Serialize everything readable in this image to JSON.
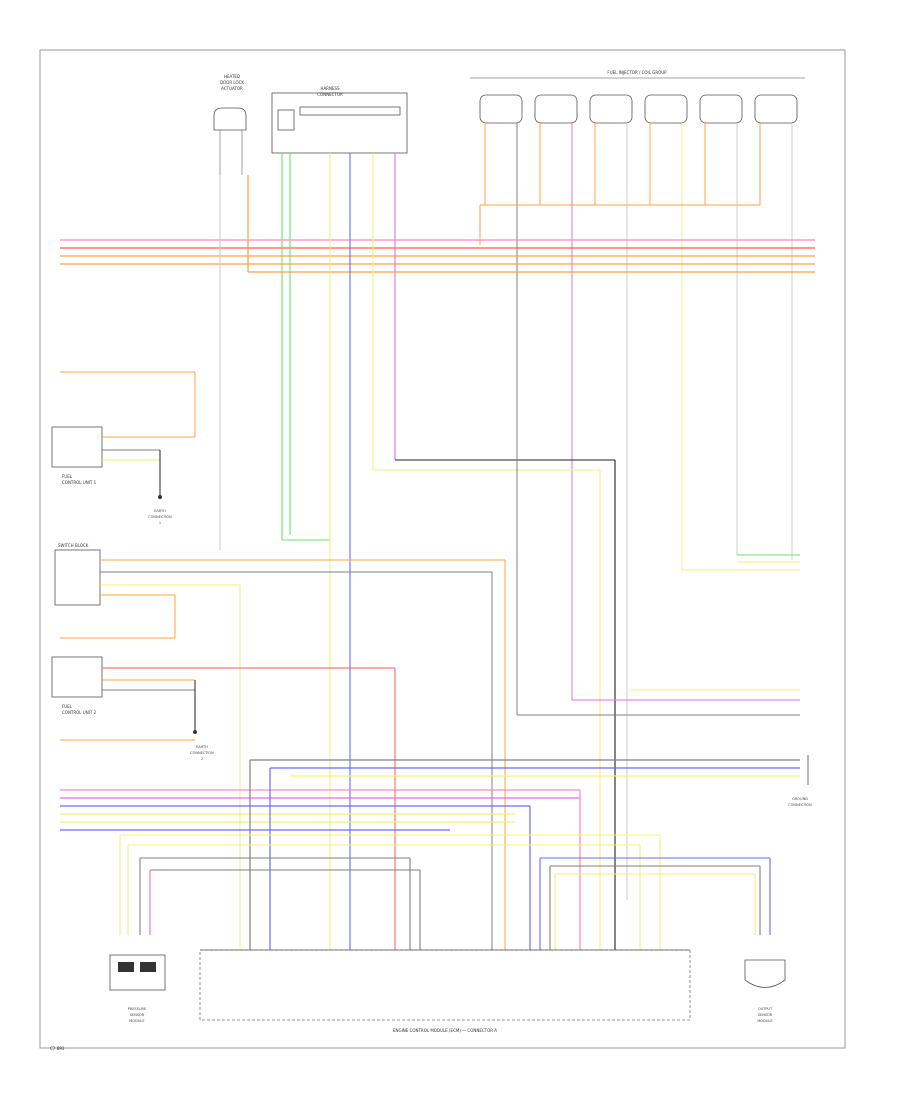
{
  "diagram": {
    "page_code": "C7 B93",
    "components": {
      "top_left_connector": [
        "HEATED",
        "DOOR LOCK",
        "ACTUATOR"
      ],
      "harness_connector": [
        "HARNESS",
        "CONNECTOR"
      ],
      "top_right_group": "FUEL INJECTOR / COIL GROUP",
      "left_module_1": [
        "FUEL",
        "CONTROL UNIT 1"
      ],
      "left_ground_1": [
        "EARTH",
        "CONNECTION",
        "1"
      ],
      "left_switch_box": "SWITCH BLOCK",
      "left_module_2": [
        "FUEL",
        "CONTROL UNIT 2"
      ],
      "left_ground_2": [
        "EARTH",
        "CONNECTION",
        "2"
      ],
      "left_sensor_bottom": [
        "PRESSURE",
        "SENSOR",
        "MODULE"
      ],
      "right_sensor_bottom": [
        "OUTPUT",
        "SENSOR",
        "MODULE"
      ],
      "right_ground": [
        "GROUND",
        "CONNECTION"
      ],
      "main_ecu": "ENGINE CONTROL MODULE (ECM) — CONNECTOR A"
    },
    "wire_colors": {
      "red": "#ff5a5a",
      "pink": "#ff8ab8",
      "orange": "#ffa040",
      "yellow": "#f2f07a",
      "green": "#6fe06f",
      "blue": "#6a6aff",
      "violet": "#e070e0",
      "gray": "#808080",
      "black": "#202020",
      "lightgray": "#cfcfcf"
    }
  }
}
